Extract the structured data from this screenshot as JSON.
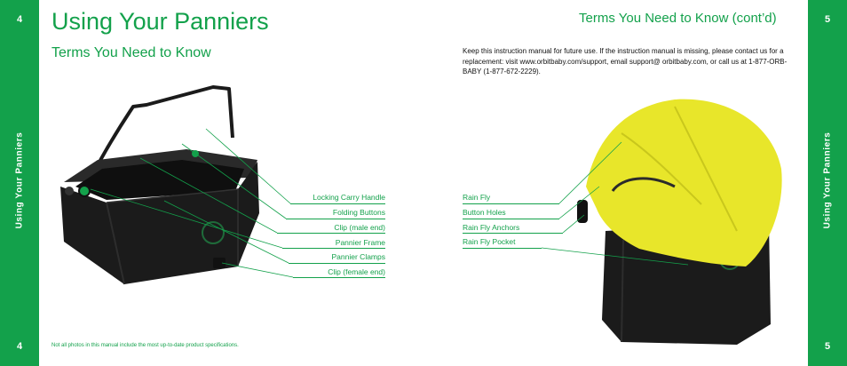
{
  "left_page": {
    "number_top": "4",
    "number_bottom": "4",
    "band_text": "Using Your Panniers",
    "title": "Using Your Panniers",
    "subtitle": "Terms You Need to Know",
    "labels": [
      "Locking Carry Handle",
      "Folding Buttons",
      "Clip (male end)",
      "Pannier Frame",
      "Pannier Clamps",
      "Clip (female end)"
    ],
    "footnote": "Not all photos in this manual include the most up-to-date product specifications."
  },
  "right_page": {
    "number_top": "5",
    "number_bottom": "5",
    "band_text": "Using Your Panniers",
    "subtitle": "Terms You Need to Know (cont’d)",
    "intro": "Keep this instruction manual for future use. If the instruction manual is missing, please contact us for a replacement:  visit www.orbitbaby.com/support, email support@ orbitbaby.com, or call us at 1-877-ORB-BABY (1-877-672-2229).",
    "labels": [
      "Rain Fly",
      "Button Holes",
      "Rain Fly Anchors",
      "Rain Fly Pocket"
    ]
  },
  "colors": {
    "brand_green": "#13a14b",
    "rain_fly_yellow": "#e8e62a",
    "pannier_black": "#1b1b1b"
  }
}
